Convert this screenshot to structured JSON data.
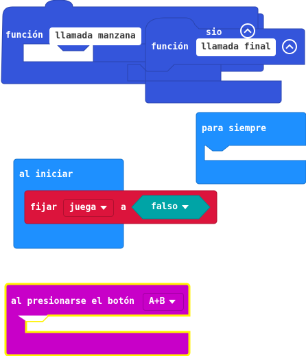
{
  "colors": {
    "functions_blue": "#3455DB",
    "functions_border": "#2A44AF",
    "basic_blue": "#1E90FF",
    "basic_border": "#1873CC",
    "variables_red": "#DC143C",
    "variables_border": "#B0102F",
    "logic_teal": "#00A4A6",
    "input_magenta": "#C800C8",
    "highlight_yellow": "#FFF200"
  },
  "workspace": {
    "functions": [
      {
        "label": "función",
        "name": "llamada manzana"
      },
      {
        "label": "función",
        "name": "llamada final",
        "icon": "collapse-chevron-icon"
      },
      {
        "partial_label": "sio"
      }
    ],
    "forever": {
      "label": "para siempre"
    },
    "on_start": {
      "label": "al iniciar",
      "set": {
        "label": "fijar",
        "variable": "juega",
        "to_label": "a",
        "value": "falso"
      }
    },
    "on_button": {
      "label": "al presionarse el botón",
      "button": "A+B"
    }
  }
}
